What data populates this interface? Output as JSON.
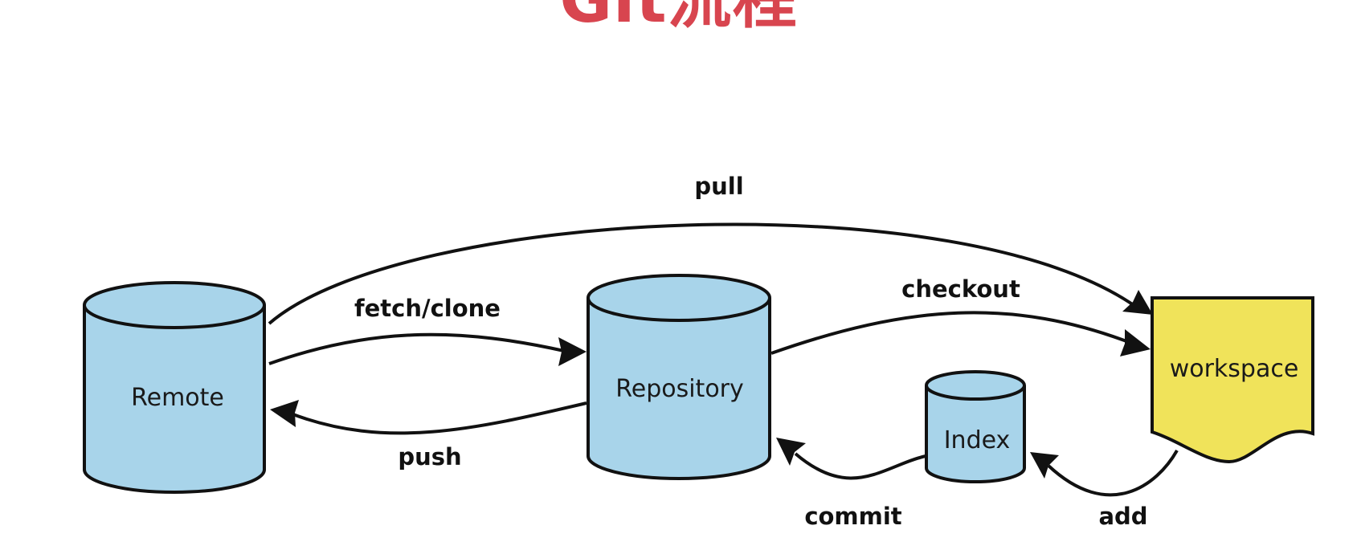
{
  "title": "Git流程",
  "nodes": {
    "remote": "Remote",
    "repository": "Repository",
    "index": "Index",
    "workspace": "workspace"
  },
  "edges": {
    "pull": "pull",
    "fetch_clone": "fetch/clone",
    "checkout": "checkout",
    "push": "push",
    "commit": "commit",
    "add": "add"
  },
  "colors": {
    "title": "#d8454f",
    "storage_fill": "#a8d4ea",
    "workspace_fill": "#f0e35a",
    "stroke": "#111111"
  }
}
